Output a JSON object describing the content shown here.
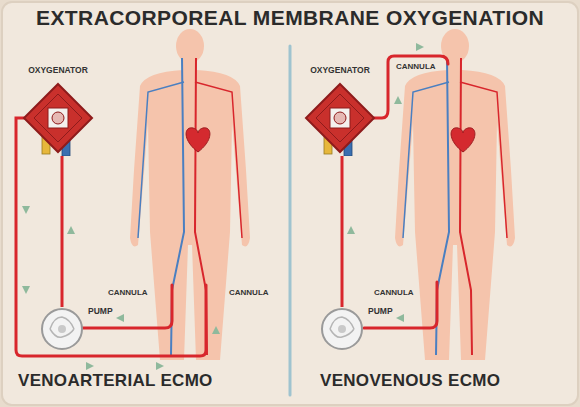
{
  "diagram": {
    "title": "EXTRACORPOREAL MEMBRANE OXYGENATION",
    "nodes": [
      {
        "text": [
          "OXYGENATOR"
        ]
      },
      {
        "text": [
          "PUMP"
        ]
      },
      {
        "text": [
          "OXYGENATOR"
        ]
      },
      {
        "text": [
          "PUMP"
        ]
      }
    ],
    "edges": [
      {
        "from": 1,
        "to": 0,
        "arrow": "none"
      },
      {
        "from": 3,
        "to": 2,
        "arrow": "none"
      }
    ],
    "labels": [
      "CANNULA",
      "CANNULA",
      "VENOARTERIAL ECMO",
      "CANNULA",
      "CANNULA",
      "VENOVENOUS ECMO"
    ]
  }
}
